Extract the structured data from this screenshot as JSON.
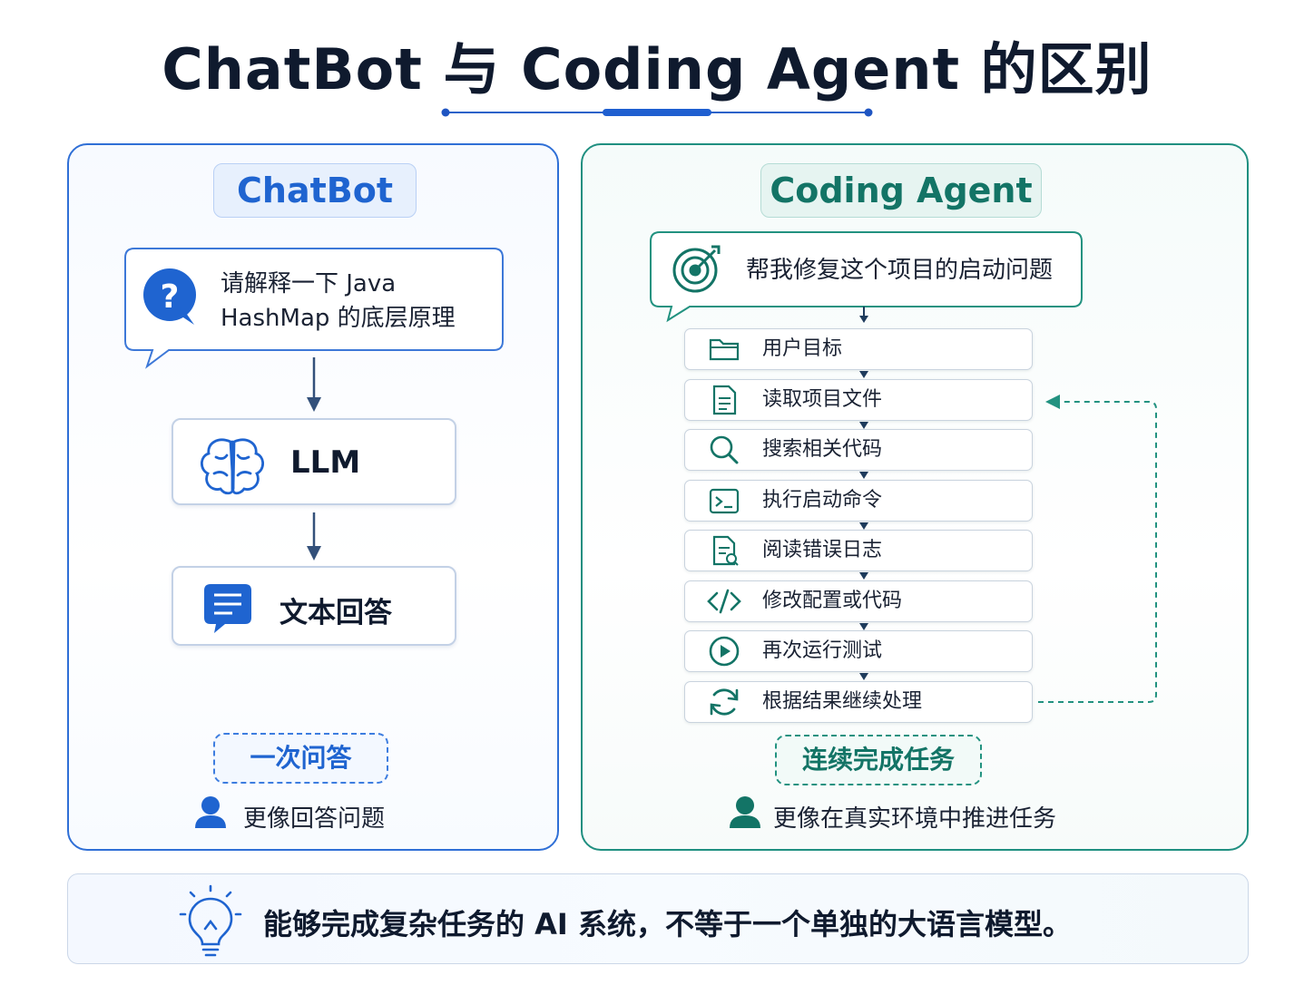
{
  "title": "ChatBot 与 Coding Agent 的区别",
  "colors": {
    "chat_blue": "#1f64d0",
    "agent_teal": "#137466",
    "dark_text": "#0f1a2e"
  },
  "chatbot": {
    "header": "ChatBot",
    "question": [
      "请解释一下 Java",
      "HashMap 的底层原理"
    ],
    "question_icon": "question-bubble-icon",
    "llm": {
      "label": "LLM",
      "icon": "brain-icon"
    },
    "answer": {
      "label": "文本回答",
      "icon": "chat-message-icon"
    },
    "mode_tag": "一次问答",
    "summary": "更像回答问题"
  },
  "agent": {
    "header": "Coding Agent",
    "goal": "帮我修复这个项目的启动问题",
    "goal_icon": "target-icon",
    "steps": [
      {
        "label": "用户目标",
        "icon": "folder-icon"
      },
      {
        "label": "读取项目文件",
        "icon": "document-icon"
      },
      {
        "label": "搜索相关代码",
        "icon": "search-icon"
      },
      {
        "label": "执行启动命令",
        "icon": "terminal-icon"
      },
      {
        "label": "阅读错误日志",
        "icon": "log-file-icon"
      },
      {
        "label": "修改配置或代码",
        "icon": "code-icon"
      },
      {
        "label": "再次运行测试",
        "icon": "play-icon"
      },
      {
        "label": "根据结果继续处理",
        "icon": "refresh-icon"
      }
    ],
    "mode_tag": "连续完成任务",
    "summary": "更像在真实环境中推进任务"
  },
  "footer": {
    "text": "能够完成复杂任务的 AI 系统，不等于一个单独的大语言模型。",
    "icon": "lightbulb-icon"
  }
}
